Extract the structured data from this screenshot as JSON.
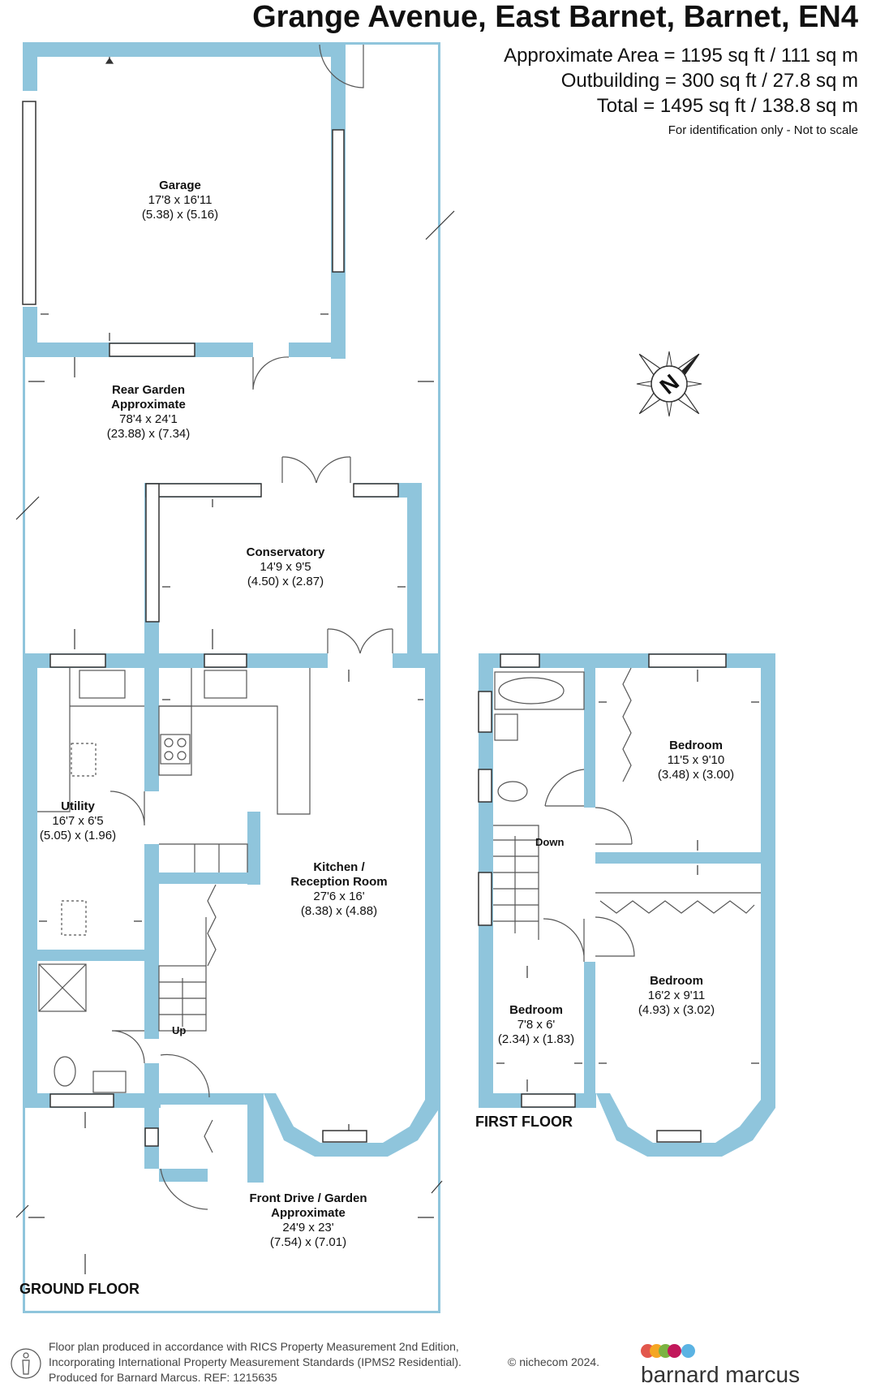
{
  "header": {
    "title": "Grange Avenue, East Barnet, Barnet, EN4",
    "area_lines": [
      "Approximate Area = 1195 sq ft / 111 sq m",
      "Outbuilding = 300 sq ft / 27.8 sq m",
      "Total = 1495 sq ft / 138.8 sq m"
    ],
    "note": "For identification only - Not to scale"
  },
  "rooms": [
    {
      "id": "garage",
      "name": "Garage",
      "imperial": "17'8 x 16'11",
      "metric": "(5.38) x (5.16)"
    },
    {
      "id": "rear-garden",
      "name": "Rear Garden",
      "name2": "Approximate",
      "imperial": "78'4 x 24'1",
      "metric": "(23.88) x (7.34)"
    },
    {
      "id": "conservatory",
      "name": "Conservatory",
      "imperial": "14'9 x 9'5",
      "metric": "(4.50) x (2.87)"
    },
    {
      "id": "utility",
      "name": "Utility",
      "imperial": "16'7 x 6'5",
      "metric": "(5.05) x (1.96)"
    },
    {
      "id": "kitchen",
      "name": "Kitchen /",
      "name2": "Reception Room",
      "imperial": "27'6 x 16'",
      "metric": "(8.38) x (4.88)"
    },
    {
      "id": "front-drive",
      "name": "Front Drive / Garden",
      "name2": "Approximate",
      "imperial": "24'9 x 23'",
      "metric": "(7.54) x (7.01)"
    },
    {
      "id": "bedroom-1",
      "name": "Bedroom",
      "imperial": "11'5 x 9'10",
      "metric": "(3.48) x (3.00)"
    },
    {
      "id": "bedroom-2",
      "name": "Bedroom",
      "imperial": "16'2 x 9'11",
      "metric": "(4.93) x (3.02)"
    },
    {
      "id": "bedroom-3",
      "name": "Bedroom",
      "imperial": "7'8 x 6'",
      "metric": "(2.34) x (1.83)"
    }
  ],
  "stair_labels": {
    "up": "Up",
    "down": "Down"
  },
  "floors": {
    "ground": "GROUND FLOOR",
    "first": "FIRST FLOOR"
  },
  "footer": {
    "lines": [
      "Floor plan produced in accordance with RICS Property Measurement 2nd Edition,",
      "Incorporating International Property Measurement Standards (IPMS2 Residential).",
      "Produced for Barnard Marcus.   REF:  1215635"
    ],
    "copyright": "© nichecom 2024."
  },
  "brand": {
    "name": "barnard marcus",
    "dot_colors": [
      "#e2574c",
      "#f5a623",
      "#7bb342",
      "#c2185b",
      "#5bb3e3"
    ]
  },
  "compass": {
    "label": "N"
  },
  "colors": {
    "wall": "#8fc5dc",
    "window": "#ffffff",
    "line": "#333333"
  }
}
